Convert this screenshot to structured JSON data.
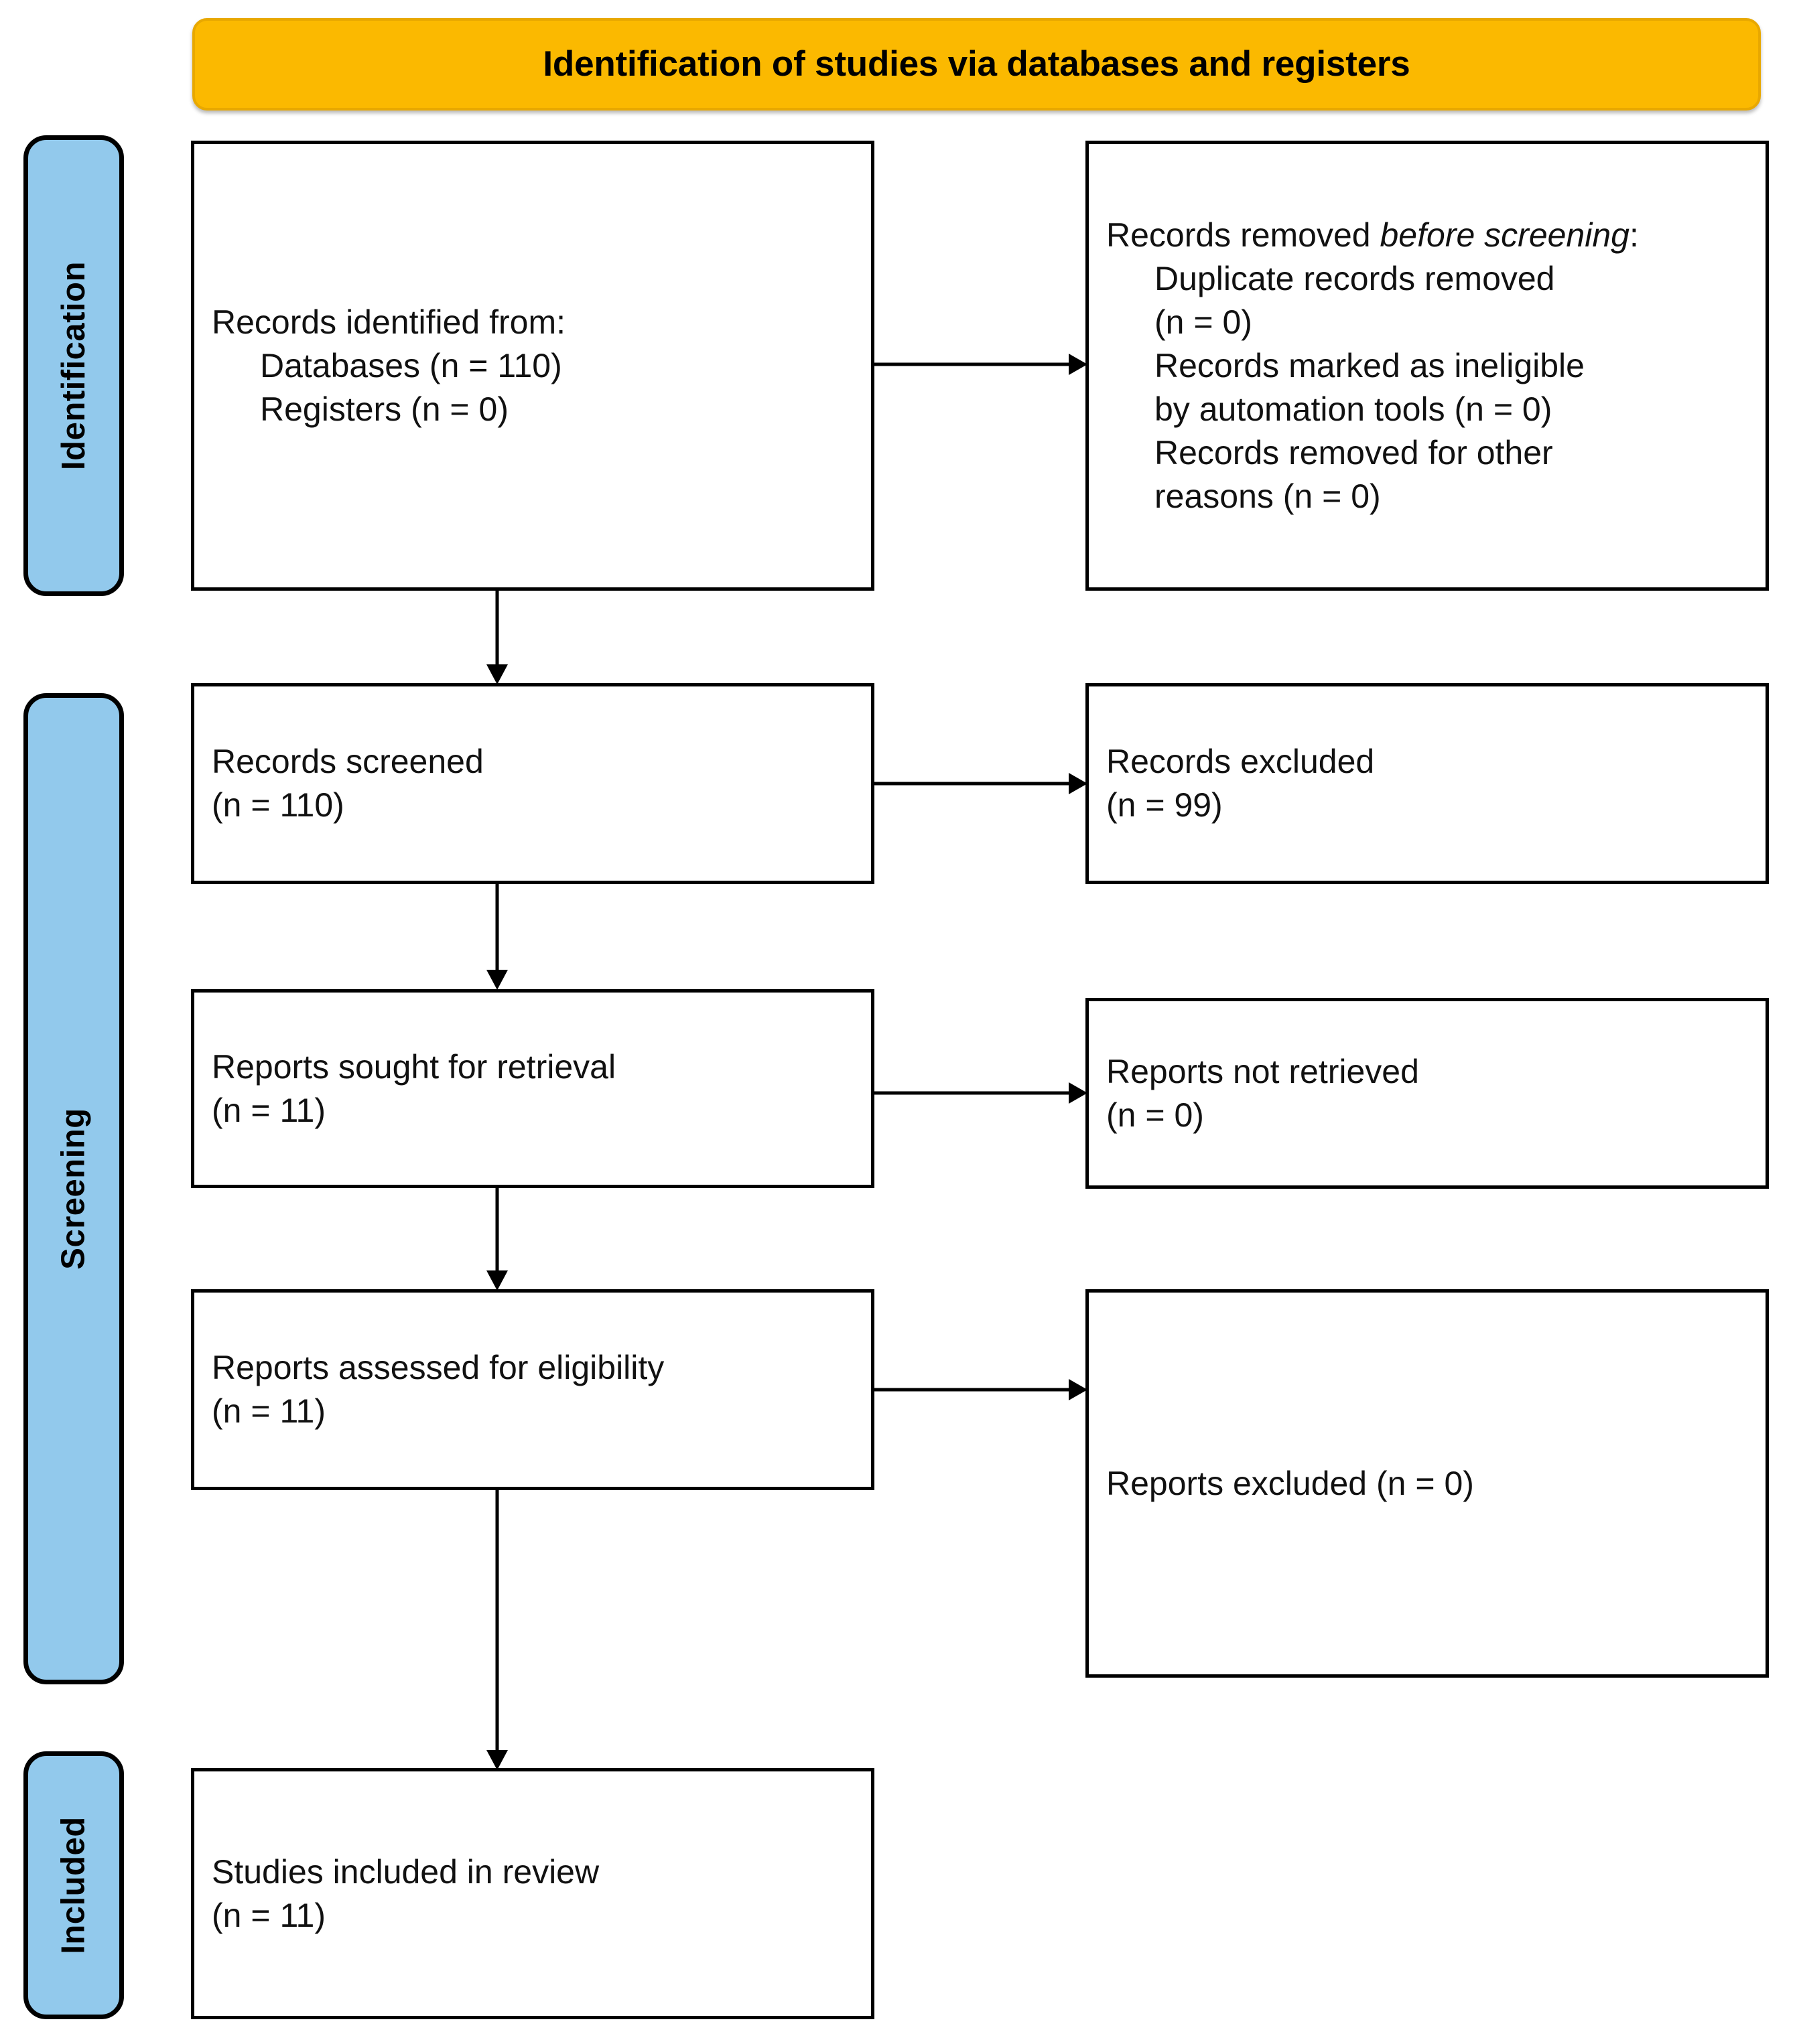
{
  "banner": {
    "title": "Identification of studies via databases and registers"
  },
  "stages": [
    {
      "key": "identification",
      "label": "Identification"
    },
    {
      "key": "screening",
      "label": "Screening"
    },
    {
      "key": "included",
      "label": "Included"
    }
  ],
  "boxes": {
    "identified": {
      "line1": "Records identified from:",
      "line2": "Databases (n = 110)",
      "line3": "Registers (n = 0)"
    },
    "removed": {
      "heading_plain": "Records removed ",
      "heading_italic": "before screening",
      "heading_colon": ":",
      "line1": "Duplicate records removed",
      "line2": "(n = 0)",
      "line3": "Records marked as ineligible",
      "line4": "by automation tools (n = 0)",
      "line5": "Records removed for other",
      "line6": "reasons (n = 0)"
    },
    "screened": {
      "line1": "Records screened",
      "line2": "(n = 110)"
    },
    "excluded": {
      "line1": "Records excluded",
      "line2": "(n = 99)"
    },
    "sought": {
      "line1": "Reports sought for retrieval",
      "line2": "(n = 11)"
    },
    "not_retrieved": {
      "line1": "Reports not retrieved",
      "line2": "(n = 0)"
    },
    "assessed": {
      "line1": "Reports assessed for eligibility",
      "line2": "(n = 11)"
    },
    "reports_excluded": {
      "line1": "Reports excluded (n = 0)"
    },
    "included": {
      "line1": "Studies included in review",
      "line2": "(n = 11)"
    }
  },
  "colors": {
    "banner_fill": "#FBB900",
    "stage_fill": "#92C9EC",
    "box_border": "#000000",
    "text": "#111111"
  }
}
